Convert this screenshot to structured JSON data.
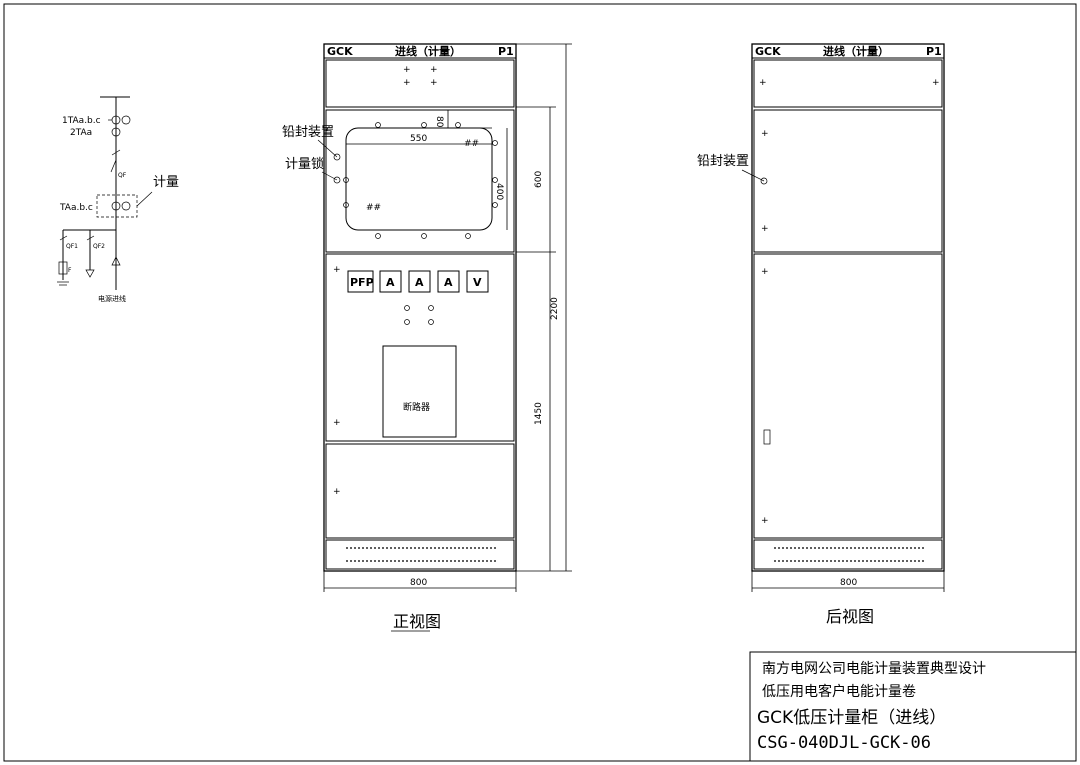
{
  "schematic": {
    "ct1_label": "1TAa.b.c",
    "ct2_label": "2TAa",
    "qf_label": "QF",
    "metering_label": "计量",
    "ta_label": "TAa.b.c",
    "qf1_label": "QF1",
    "qf2_label": "QF2",
    "f_label": "F",
    "caption": "电源进线"
  },
  "front_view": {
    "header_left": "GCK",
    "header_center": "进线（计量）",
    "header_right": "P1",
    "seal_label": "铅封装置",
    "meter_lock_label": "计量锁",
    "window_width_dim": "550",
    "window_height_dim": "400",
    "window_offset_dim": "80",
    "section_height_dim": "600",
    "total_height_dim": "2200",
    "lower_height_dim": "1450",
    "width_dim": "800",
    "meters": [
      "PFP",
      "A",
      "A",
      "A",
      "V"
    ],
    "breaker_label": "断路器",
    "caption": "正视图"
  },
  "rear_view": {
    "header_left": "GCK",
    "header_center": "进线（计量）",
    "header_right": "P1",
    "seal_label": "铅封装置",
    "width_dim": "800",
    "caption": "后视图"
  },
  "title_block": {
    "line1": "南方电网公司电能计量装置典型设计",
    "line2": "低压用电客户电能计量卷",
    "line3": "GCK低压计量柜（进线）",
    "line4": "CSG-040DJL-GCK-06"
  }
}
